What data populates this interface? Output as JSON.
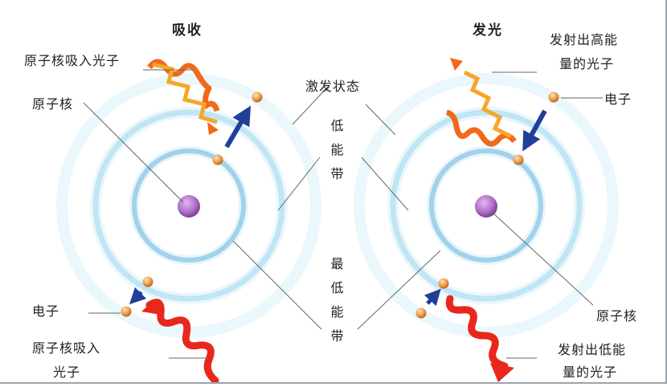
{
  "left": {
    "title": "吸收",
    "absorb_top": "原子核吸入光子",
    "nucleus": "原子核",
    "electron": "电子",
    "absorb_bottom_line1": "原子核吸入",
    "absorb_bottom_line2": "光子"
  },
  "center": {
    "excited_state": "激发状态",
    "low_band": "低能带",
    "lowest_band": "最低能带"
  },
  "right": {
    "title": "发光",
    "emit_high_line1": "发射出高能",
    "emit_high_line2": "量的光子",
    "electron": "电子",
    "nucleus": "原子核",
    "emit_low_line1": "发射出低能",
    "emit_low_line2": "量的光子"
  },
  "colors": {
    "orbit": "#a9dcef",
    "orbit_inner": "#7fbfe3",
    "nucleus": "#b273c9",
    "electron": "#f0a050",
    "arrow_blue": "#1f3f99",
    "wave_orange": "#f06a1a",
    "wave_red": "#e8281c",
    "leader": "#666666"
  }
}
